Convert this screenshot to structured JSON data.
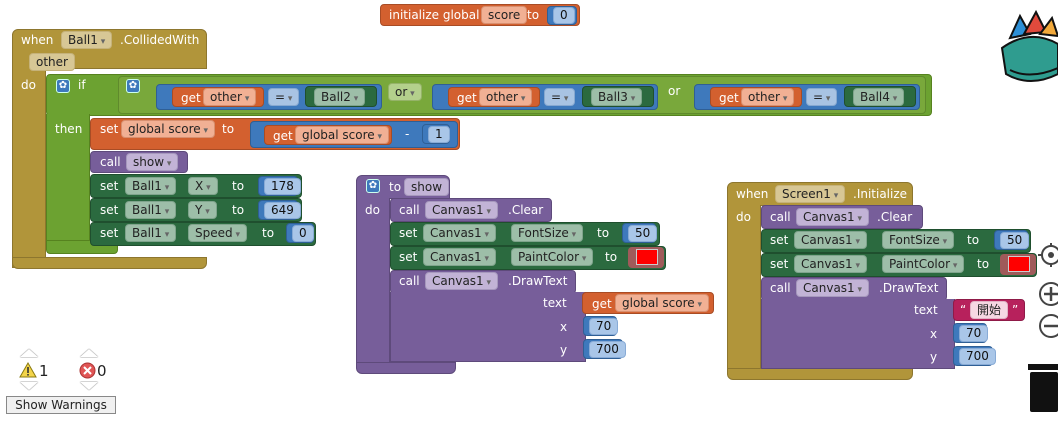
{
  "global_init": {
    "prefix": "initialize global",
    "name": "score",
    "to": "to",
    "value": "0"
  },
  "collided": {
    "when": "when",
    "component": "Ball1",
    "event": ".CollidedWith",
    "param": "other",
    "do": "do",
    "if": "if",
    "then": "then",
    "or1": "or",
    "or2": "or",
    "conditions": [
      {
        "get": "get",
        "var": "other",
        "op": "=",
        "target": "Ball2"
      },
      {
        "get": "get",
        "var": "other",
        "op": "=",
        "target": "Ball3"
      },
      {
        "get": "get",
        "var": "other",
        "op": "=",
        "target": "Ball4"
      }
    ],
    "set_score": {
      "set": "set",
      "var": "global score",
      "to": "to",
      "get": "get",
      "get_var": "global score",
      "minus": "-",
      "num": "1"
    },
    "call_show": {
      "call": "call",
      "proc": "show"
    },
    "set_x": {
      "set": "set",
      "comp": "Ball1",
      "prop": "X",
      "to": "to",
      "value": "178"
    },
    "set_y": {
      "set": "set",
      "comp": "Ball1",
      "prop": "Y",
      "to": "to",
      "value": "649"
    },
    "set_speed": {
      "set": "set",
      "comp": "Ball1",
      "prop": "Speed",
      "to": "to",
      "value": "0"
    }
  },
  "show_proc": {
    "to": "to",
    "name": "show",
    "do": "do",
    "clear": {
      "call": "call",
      "comp": "Canvas1",
      "method": ".Clear"
    },
    "font": {
      "set": "set",
      "comp": "Canvas1",
      "prop": "FontSize",
      "to": "to",
      "value": "50"
    },
    "paint": {
      "set": "set",
      "comp": "Canvas1",
      "prop": "PaintColor",
      "to": "to",
      "color": "#ff0000"
    },
    "draw": {
      "call": "call",
      "comp": "Canvas1",
      "method": ".DrawText",
      "text": "text",
      "get": "get",
      "get_var": "global score",
      "x": "x",
      "x_val": "70",
      "y": "y",
      "y_val": "700"
    }
  },
  "screen_init": {
    "when": "when",
    "component": "Screen1",
    "event": ".Initialize",
    "do": "do",
    "clear": {
      "call": "call",
      "comp": "Canvas1",
      "method": ".Clear"
    },
    "font": {
      "set": "set",
      "comp": "Canvas1",
      "prop": "FontSize",
      "to": "to",
      "value": "50"
    },
    "paint": {
      "set": "set",
      "comp": "Canvas1",
      "prop": "PaintColor",
      "to": "to",
      "color": "#ff0000"
    },
    "draw": {
      "call": "call",
      "comp": "Canvas1",
      "method": ".DrawText",
      "text": "text",
      "text_val": "開始",
      "x": "x",
      "x_val": "70",
      "y": "y",
      "y_val": "700"
    }
  },
  "warnings": {
    "warn_count": "1",
    "error_count": "0",
    "button": "Show Warnings"
  },
  "colors": {
    "event": "#b1953a",
    "control": "#6ca231",
    "variable": "#d3602f",
    "math": "#3e79bc",
    "component": "#2b6a3f",
    "procedure": "#775e9a",
    "text": "#b7215c"
  }
}
